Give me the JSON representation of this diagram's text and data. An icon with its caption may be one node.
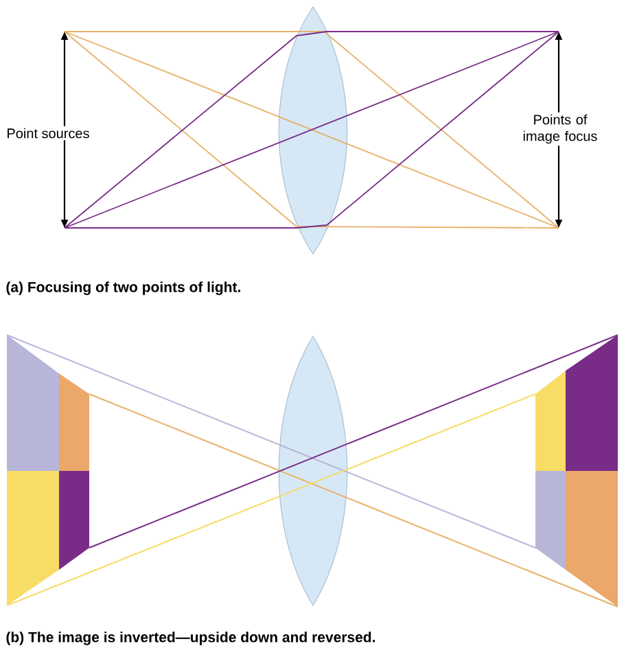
{
  "diagram": {
    "labels": [
      "Point sources",
      "Points of image focus",
      "(a) Focusing of two points of light.",
      "(b) The image is inverted—upside down and reversed."
    ]
  }
}
